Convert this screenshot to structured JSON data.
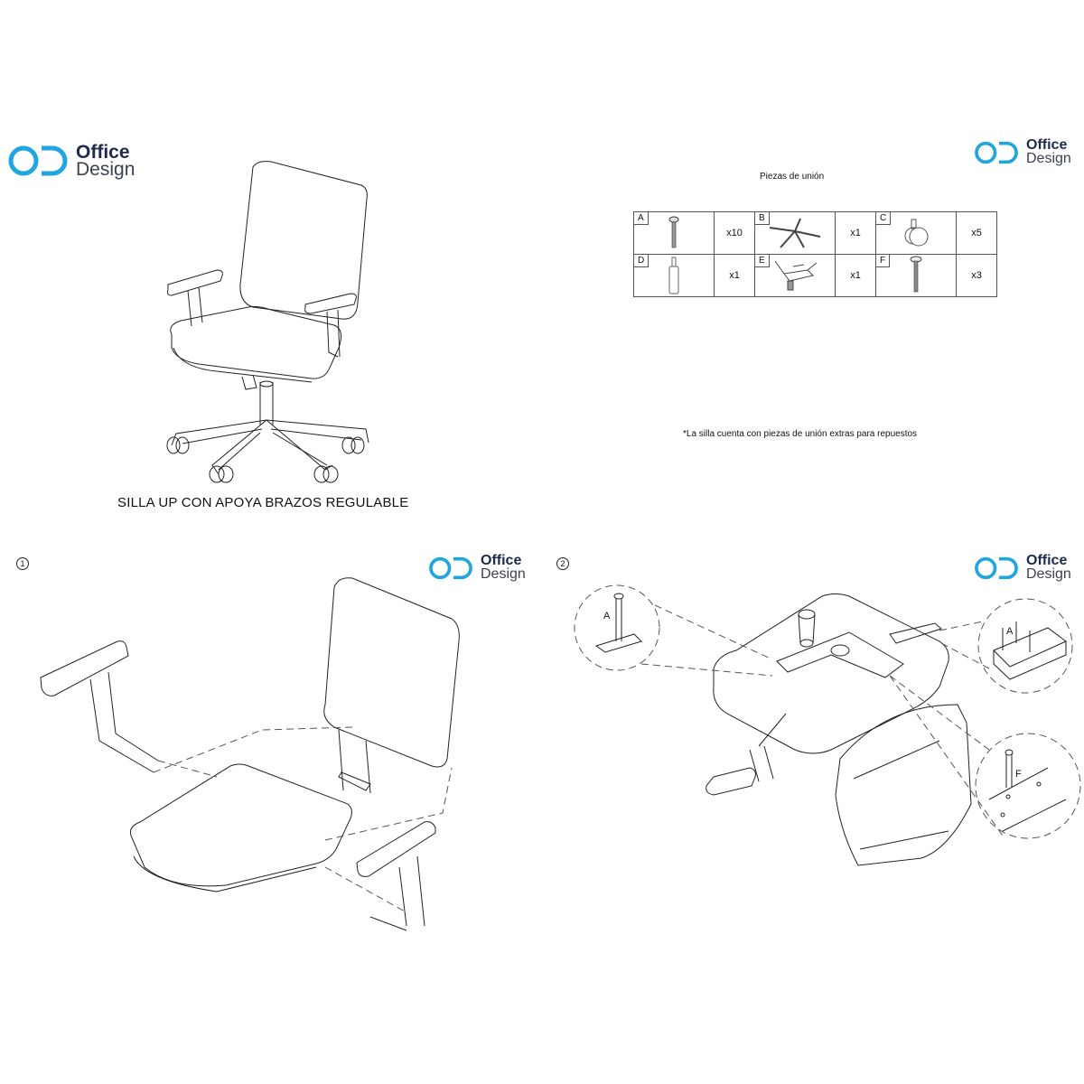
{
  "brand": {
    "logo_mark": "OD",
    "line1": "Office",
    "line2": "Design",
    "mark_color": "#1fa6df",
    "text_color": "#1d2a4d"
  },
  "page1": {
    "product_title": "SILLA UP CON APOYA BRAZOS REGULABLE"
  },
  "parts": {
    "caption": "Piezas de unión",
    "rows": [
      [
        {
          "label": "A",
          "icon": "screw-icon",
          "qty": "x10"
        },
        {
          "label": "B",
          "icon": "star-base-icon",
          "qty": "x1"
        },
        {
          "label": "C",
          "icon": "caster-wheel-icon",
          "qty": "x5"
        }
      ],
      [
        {
          "label": "D",
          "icon": "gas-cylinder-icon",
          "qty": "x1"
        },
        {
          "label": "E",
          "icon": "seat-mechanism-icon",
          "qty": "x1"
        },
        {
          "label": "F",
          "icon": "long-bolt-icon",
          "qty": "x3"
        }
      ]
    ],
    "footnote": "*La silla cuenta con piezas de unión extras para repuestos"
  },
  "steps": [
    {
      "number": "1",
      "description_icon": "armrest-seat-back-exploded-diagram"
    },
    {
      "number": "2",
      "description_icon": "seat-underside-assembly-diagram",
      "callouts": [
        {
          "part": "A",
          "position": "left"
        },
        {
          "part": "A",
          "position": "right-top"
        },
        {
          "part": "F",
          "position": "right-bottom"
        }
      ]
    }
  ]
}
